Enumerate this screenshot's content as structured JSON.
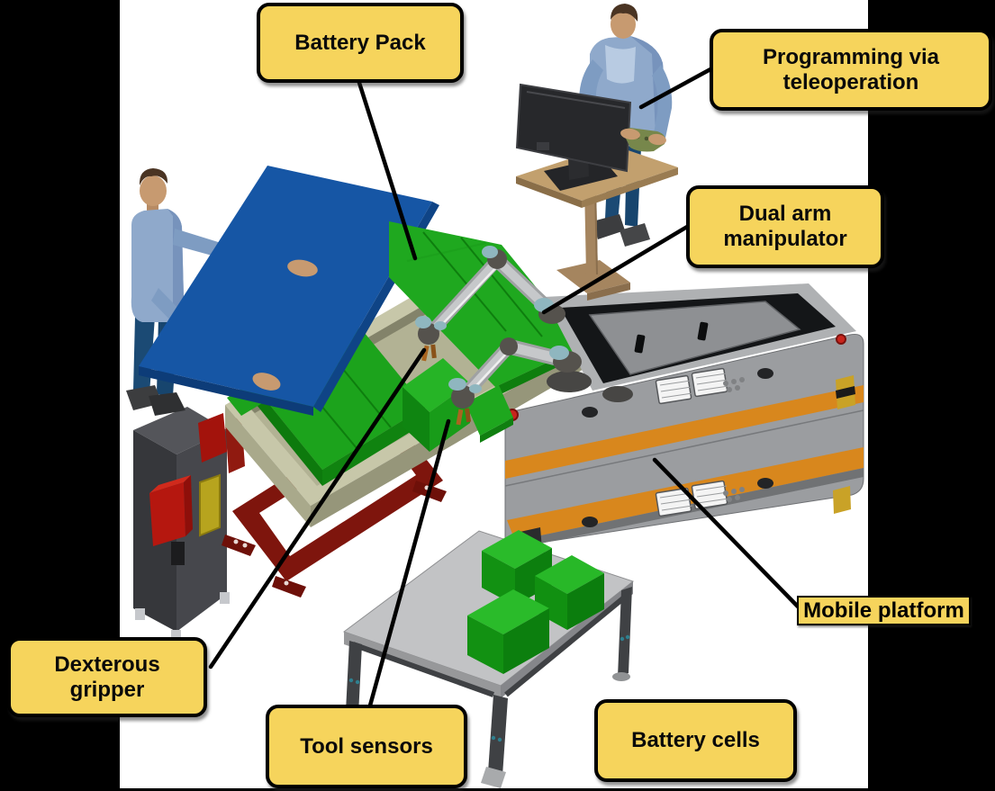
{
  "labels": {
    "battery_pack": "Battery Pack",
    "programming_via_teleoperation": "Programming via teleoperation",
    "dual_arm_manipulator": "Dual arm manipulator",
    "mobile_platform": "Mobile platform",
    "dexterous_gripper": "Dexterous gripper",
    "tool_sensors": "Tool sensors",
    "battery_cells": "Battery cells"
  },
  "colors": {
    "background": "#000000",
    "canvas": "#FFFFFF",
    "annotation_fill": "#F6D45C",
    "annotation_border": "#000000",
    "battery_module_green": "#1FA81F",
    "battery_cover_blue": "#1656A5",
    "lift_frame_maroon": "#7E150D",
    "platform_gray": "#9B9DA0",
    "platform_accent_orange": "#D8871D",
    "robot_joint_teal": "#8FB6BF",
    "desk_tan": "#C2A06E"
  }
}
